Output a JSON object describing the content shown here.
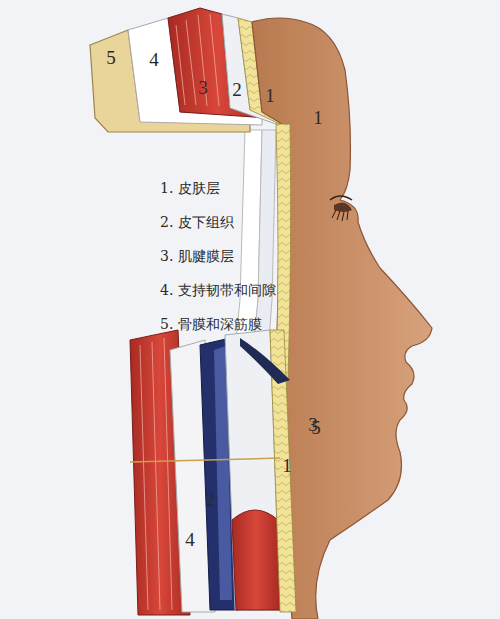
{
  "diagram": {
    "labels": [
      "5",
      "4",
      "3",
      "2",
      "1",
      "1. 皮肤层",
      "2. 皮下组织",
      "3. 肌腱膜层",
      "4. 支持韧带和间隙",
      "5. 骨膜和深筋膜",
      "1",
      "3",
      "1",
      "2",
      "4",
      "5"
    ]
  }
}
